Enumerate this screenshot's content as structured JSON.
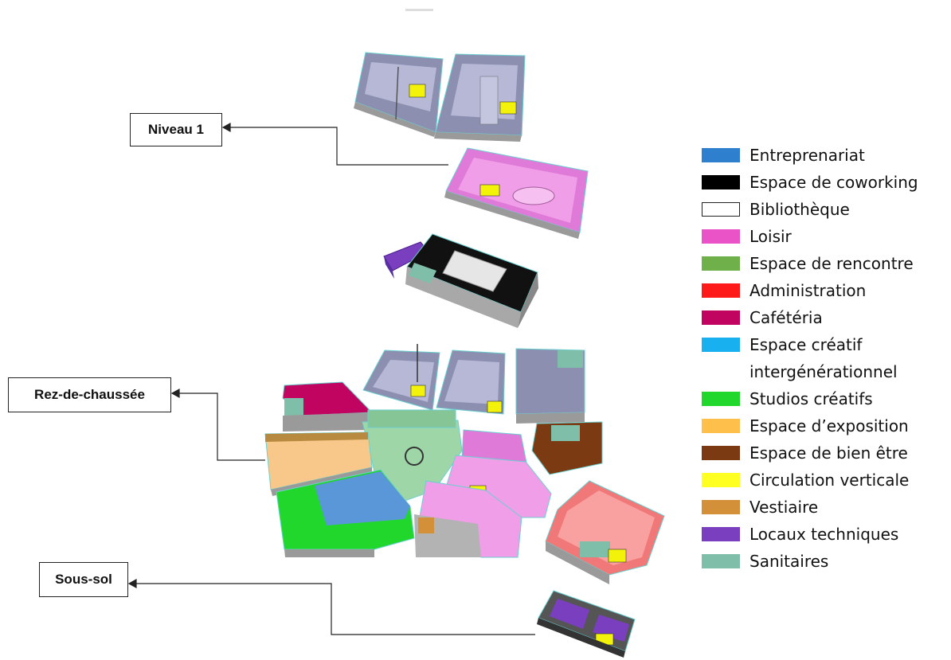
{
  "labels": {
    "niveau1": "Niveau 1",
    "rdc": "Rez-de-chaussée",
    "soussol": "Sous-sol"
  },
  "legend": [
    {
      "text": "Entreprenariat",
      "color": "#2f7fcf"
    },
    {
      "text": "Espace de coworking",
      "color": "#000000"
    },
    {
      "text": "Bibliothèque",
      "color": "#ffffff"
    },
    {
      "text": "Loisir",
      "color": "#ea52c8"
    },
    {
      "text": "Espace de rencontre",
      "color": "#6fb04b"
    },
    {
      "text": "Administration",
      "color": "#ff1a1a"
    },
    {
      "text": "Cafétéria",
      "color": "#c0045f"
    },
    {
      "text": "Espace créatif\nintergénérationnel",
      "color": "#19b0ef"
    },
    {
      "text": "Studios créatifs",
      "color": "#22d72b"
    },
    {
      "text": "Espace d’exposition",
      "color": "#ffc04b"
    },
    {
      "text": "Espace de bien être",
      "color": "#7b3a12"
    },
    {
      "text": "Circulation verticale",
      "color": "#ffff22"
    },
    {
      "text": "Vestiaire",
      "color": "#d49038"
    },
    {
      "text": "Locaux techniques",
      "color": "#7a3fbf"
    },
    {
      "text": "Sanitaires",
      "color": "#7fbfaa"
    }
  ]
}
